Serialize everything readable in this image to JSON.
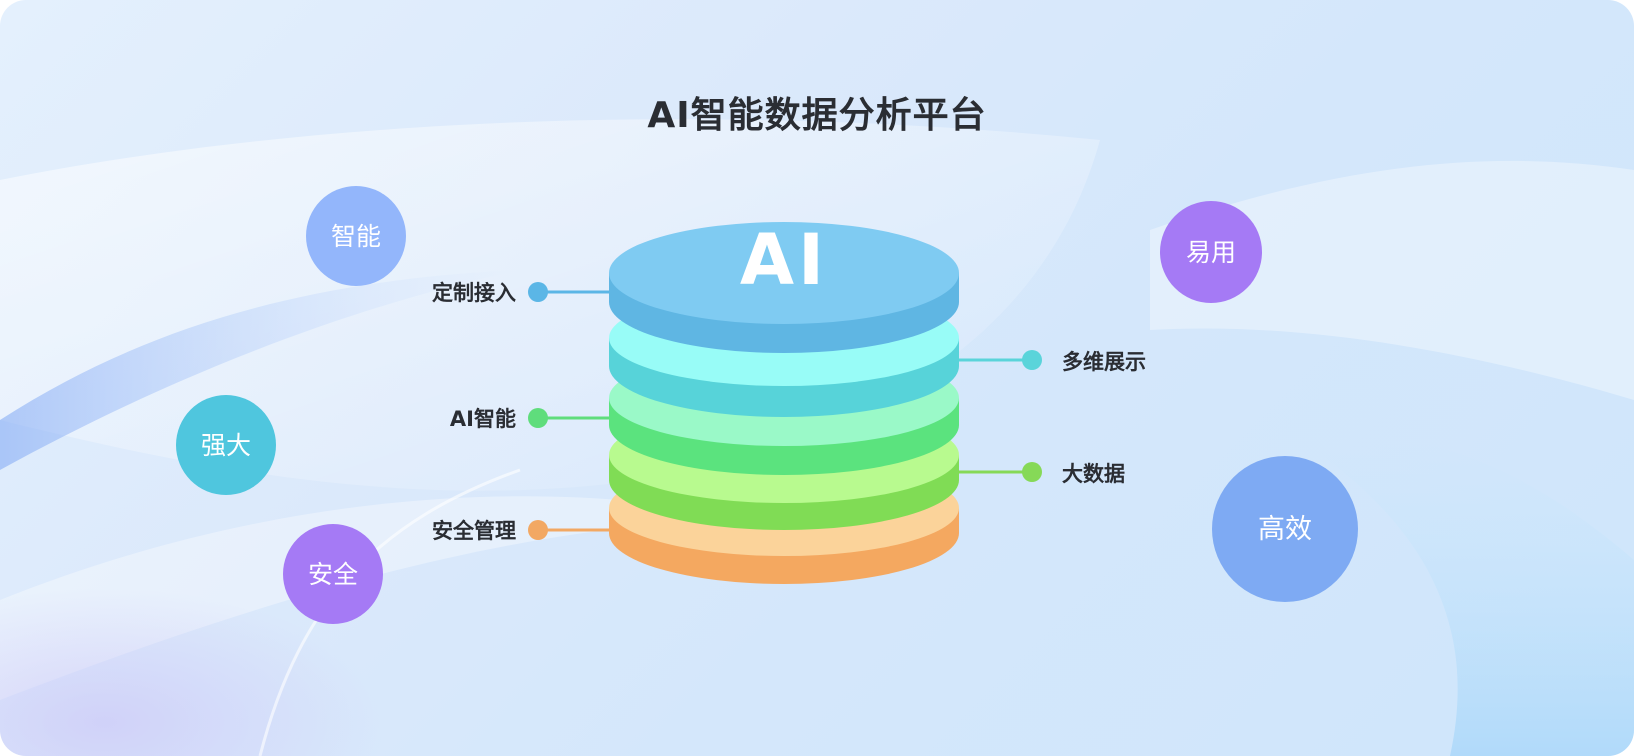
{
  "title": "AI智能数据分析平台",
  "core": {
    "label": "AI",
    "colors": {
      "blue_top": "#7fcbf2",
      "blue_side": "#5fb6e3",
      "cyan_top": "#98fcf7",
      "cyan_side": "#57d3d9",
      "green_top": "#9af9c8",
      "green_side": "#5be37e",
      "lime_top": "#b8fa8f",
      "lime_side": "#80dc55",
      "orange_top": "#fbd39a",
      "orange_side": "#f4a860"
    }
  },
  "features": [
    {
      "label": "定制接入",
      "side": "left",
      "color": "#5bb6e6"
    },
    {
      "label": "多维展示",
      "side": "right",
      "color": "#5ad4da"
    },
    {
      "label": "AI智能",
      "side": "left",
      "color": "#5fdd7c"
    },
    {
      "label": "大数据",
      "side": "right",
      "color": "#86d957"
    },
    {
      "label": "安全管理",
      "side": "left",
      "color": "#f2a863"
    }
  ],
  "badges": [
    {
      "label": "智能",
      "color": "#93b6fb"
    },
    {
      "label": "强大",
      "color": "#4fc6de"
    },
    {
      "label": "安全",
      "color": "#a57af5"
    },
    {
      "label": "易用",
      "color": "#a57af5"
    },
    {
      "label": "高效",
      "color": "#7eaaf3"
    }
  ]
}
